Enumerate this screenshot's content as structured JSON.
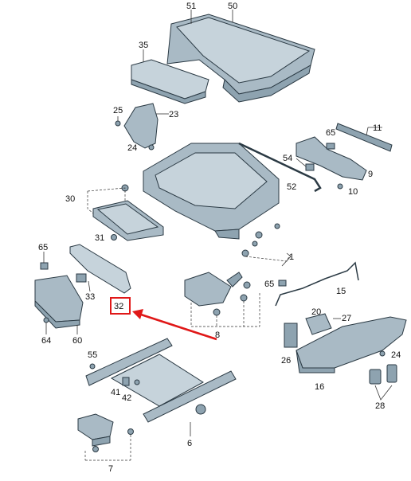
{
  "labels": {
    "p51": "51",
    "p50": "50",
    "p35": "35",
    "p23": "23",
    "p25": "25",
    "p24a": "24",
    "p65a": "65",
    "p11": "11",
    "p9": "9",
    "p54": "54",
    "p10": "10",
    "p52": "52",
    "p30": "30",
    "p31": "31",
    "p1": "1",
    "p65b": "65",
    "p33": "33",
    "p32": "32",
    "p64": "64",
    "p60": "60",
    "p65c": "65",
    "p15": "15",
    "p8": "8",
    "p20": "20",
    "p27": "27",
    "p26": "26",
    "p24b": "24",
    "p16": "16",
    "p28": "28",
    "p55": "55",
    "p41": "41",
    "p42": "42",
    "p6": "6",
    "p7": "7"
  },
  "highlight": {
    "part": "32",
    "color": "#e01818"
  }
}
